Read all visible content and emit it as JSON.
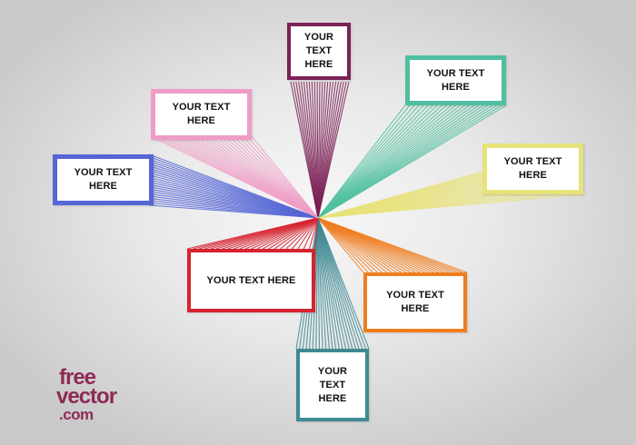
{
  "boxes": [
    {
      "id": "top",
      "text": "YOUR TEXT\nHERE",
      "color": "#7b2155"
    },
    {
      "id": "upper-right",
      "text": "YOUR TEXT HERE",
      "color": "#4fbf9f"
    },
    {
      "id": "right",
      "text": "YOUR TEXT HERE",
      "color": "#e7e27a"
    },
    {
      "id": "lower-right",
      "text": "YOUR TEXT HERE",
      "color": "#f07d1d"
    },
    {
      "id": "bottom",
      "text": "YOUR\nTEXT HERE",
      "color": "#3f8a93"
    },
    {
      "id": "lower-left",
      "text": "YOUR TEXT HERE",
      "color": "#d6232f"
    },
    {
      "id": "left",
      "text": "YOUR TEXT HERE",
      "color": "#5666d6"
    },
    {
      "id": "upper-left",
      "text": "YOUR TEXT HERE",
      "color": "#ef9cc6"
    }
  ],
  "logo": {
    "line1": "free",
    "line2": "vector",
    "line3": ".com",
    "color": "#8e2a56"
  }
}
